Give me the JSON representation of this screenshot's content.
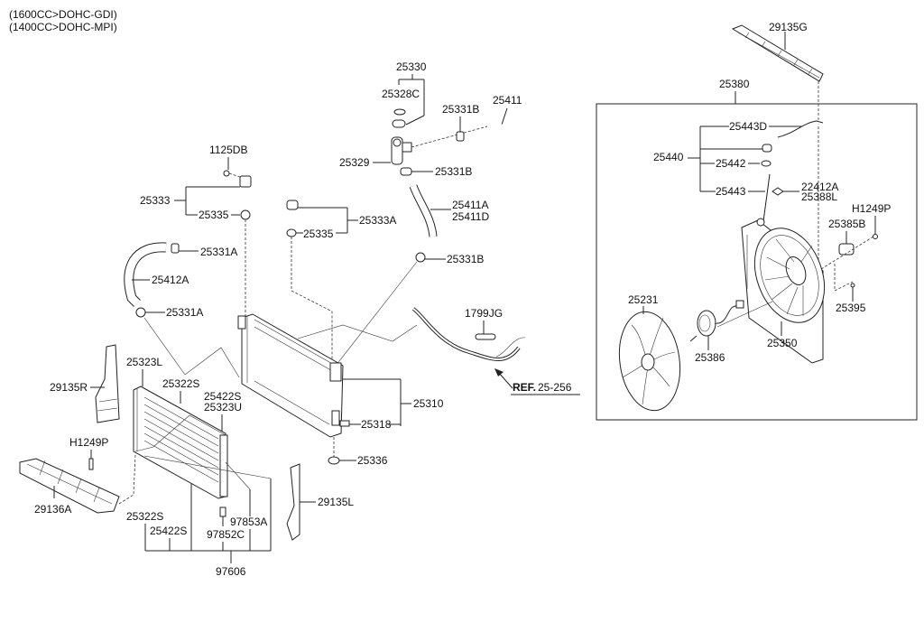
{
  "header": {
    "line1": "(1600CC>DOHC-GDI)",
    "line2": "(1400CC>DOHC-MPI)"
  },
  "labels": {
    "p25330": "25330",
    "p25328C": "25328C",
    "p25411": "25411",
    "p25331B_top": "25331B",
    "p25329": "25329",
    "p25331B_mid": "25331B",
    "p1125DB": "1125DB",
    "p25333": "25333",
    "p25335_left": "25335",
    "p25333A": "25333A",
    "p25335_right": "25335",
    "p25411A": "25411A",
    "p25411D": "25411D",
    "p25331A_top": "25331A",
    "p25331B_low": "25331B",
    "p25412A": "25412A",
    "p25331A_low": "25331A",
    "p1799JG": "1799JG",
    "ref_prefix": "REF.",
    "ref_num": "25-256",
    "p29135R": "29135R",
    "p25323L": "25323L",
    "p25322S_top": "25322S",
    "p25422S_top": "25422S",
    "p25323U": "25323U",
    "p25310": "25310",
    "p25318": "25318",
    "p25336": "25336",
    "pH1249P_left": "H1249P",
    "p29136A": "29136A",
    "p29135L": "29135L",
    "p25322S_low": "25322S",
    "p25422S_low": "25422S",
    "p97853A": "97853A",
    "p97852C": "97852C",
    "p97606": "97606",
    "p29135G": "29135G",
    "p25380": "25380",
    "p25443D": "25443D",
    "p25440": "25440",
    "p25442": "25442",
    "p25443": "25443",
    "p22412A": "22412A",
    "p25388L": "25388L",
    "pH1249P_right": "H1249P",
    "p25385B": "25385B",
    "p25231": "25231",
    "p25395": "25395",
    "p25350": "25350",
    "p25386": "25386"
  }
}
